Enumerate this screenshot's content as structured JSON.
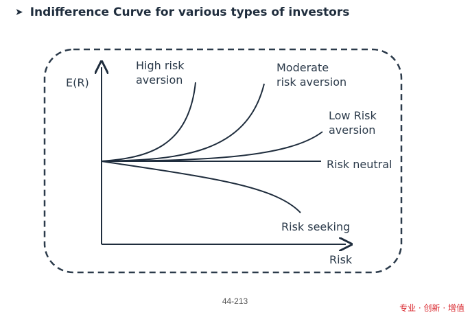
{
  "slide": {
    "title": "Indifference Curve for various types of investors",
    "bullet_icon": "arrowhead-bullet-icon",
    "page_number": "44-213",
    "brand_slogan": "专业 · 创新 · 增值"
  },
  "diagram": {
    "y_axis_label": "E(R)",
    "x_axis_label": "Risk",
    "curves": [
      {
        "id": "high",
        "label_lines": [
          "High risk",
          "aversion"
        ]
      },
      {
        "id": "moderate",
        "label_lines": [
          "Moderate",
          "risk aversion"
        ]
      },
      {
        "id": "low",
        "label_lines": [
          "Low Risk",
          "aversion"
        ]
      },
      {
        "id": "neutral",
        "label_lines": [
          "Risk neutral"
        ]
      },
      {
        "id": "seeking",
        "label_lines": [
          "Risk seeking"
        ]
      }
    ],
    "colors": {
      "line": "#1f2d3d",
      "frame": "#2b3a4a",
      "brand": "#d9262c"
    }
  }
}
